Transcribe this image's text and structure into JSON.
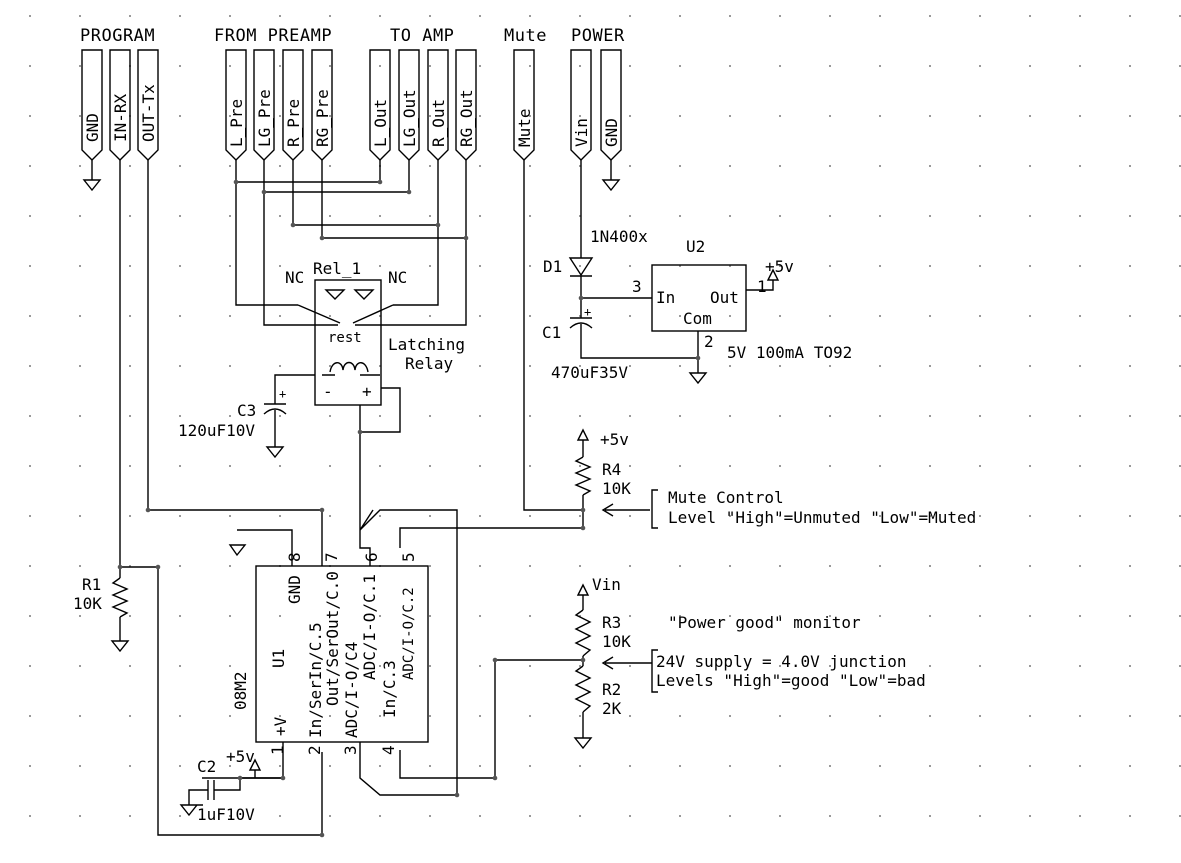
{
  "headers": {
    "program": "PROGRAM",
    "from_preamp": "FROM PREAMP",
    "to_amp": "TO AMP",
    "mute": "Mute",
    "power": "POWER"
  },
  "connectors": {
    "gnd": "GND",
    "in_rx": "IN-RX",
    "out_tx": "OUT-Tx",
    "l_pre": "L_Pre",
    "lg_pre": "LG_Pre",
    "r_pre": "R_Pre",
    "rg_pre": "RG_Pre",
    "l_out": "L_Out",
    "lg_out": "LG_Out",
    "r_out": "R_Out",
    "rg_out": "RG_Out",
    "mute": "Mute",
    "vin": "Vin",
    "gnd2": "GND"
  },
  "relay": {
    "ref": "Rel_1",
    "nc_left": "NC",
    "nc_right": "NC",
    "rest": "rest",
    "coil_minus": "-",
    "coil_plus": "+",
    "desc_1": "Latching",
    "desc_2": "Relay"
  },
  "power_supply": {
    "diode_part": "1N400x",
    "diode_ref": "D1",
    "reg_ref": "U2",
    "reg_in": "In",
    "reg_out": "Out",
    "reg_com": "Com",
    "pin_in": "3",
    "pin_out": "1",
    "pin_com": "2",
    "out_rail": "+5v",
    "reg_desc": "5V 100mA TO92",
    "cap_ref": "C1",
    "cap_value": "470uF35V",
    "cap_plus": "+"
  },
  "c3": {
    "ref": "C3",
    "value": "120uF10V",
    "plus": "+"
  },
  "r4": {
    "ref": "R4",
    "value": "10K",
    "rail": "+5v"
  },
  "mute_control": {
    "title": "Mute Control",
    "levels": "Level \"High\"=Unmuted \"Low\"=Muted"
  },
  "r3": {
    "ref": "R3",
    "value": "10K",
    "rail": "Vin"
  },
  "r2": {
    "ref": "R2",
    "value": "2K"
  },
  "power_monitor": {
    "title": "\"Power good\" monitor",
    "line1": "24V supply = 4.0V junction",
    "line2": "Levels \"High\"=good \"Low\"=bad"
  },
  "r1": {
    "ref": "R1",
    "value": "10K"
  },
  "u1": {
    "ref": "U1",
    "part": "08M2",
    "gnd": "GND",
    "pin8": "8",
    "pin7": "7",
    "pin6": "6",
    "pin5": "5",
    "pin1": "1",
    "pin2": "2",
    "pin3": "3",
    "pin4": "4",
    "pin1_label": "+V",
    "pin2_label": "In/SerIn/C.5",
    "pin7_label": "Out/SerOut/C.0",
    "pin3_label": "ADC/I-O/C4",
    "pin6_label": "ADC/I-O/C.1",
    "pin4_label": "In/C.3",
    "pin5_label": "ADC/I-O/C.2"
  },
  "c2": {
    "ref": "C2",
    "value": "1uF10V",
    "rail": "+5v"
  }
}
